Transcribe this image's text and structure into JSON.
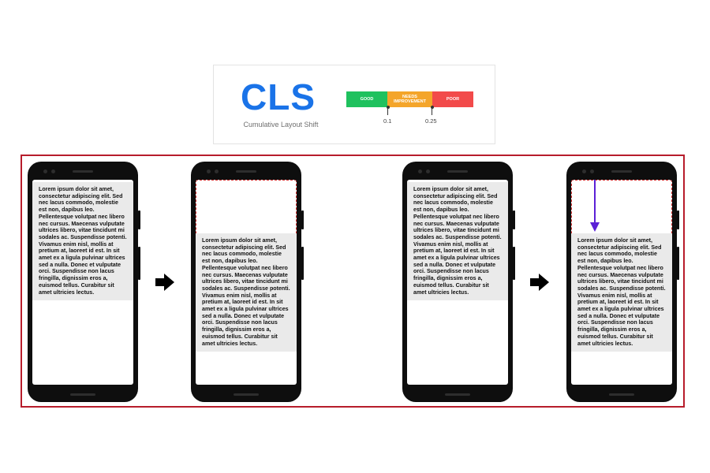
{
  "metric": {
    "acronym": "CLS",
    "full_name": "Cumulative Layout Shift",
    "color": "#1a73e8"
  },
  "scale": {
    "segments": [
      {
        "label": "GOOD",
        "color": "#1fc15e"
      },
      {
        "label": "NEEDS IMPROVEMENT",
        "color": "#f4a52a"
      },
      {
        "label": "POOR",
        "color": "#f24a4a"
      }
    ],
    "thresholds": [
      "0.1",
      "0.25"
    ]
  },
  "frame_color": "#b71c2b",
  "shift_outline_color": "#d32f2f",
  "shift_arrow_color": "#5b21d6",
  "paragraph": "Lorem ipsum dolor sit amet, consectetur adipiscing elit. Sed nec lacus commodo, molestie est non, dapibus leo. Pellentesque volutpat nec libero nec cursus. Maecenas vulputate ultrices libero, vitae tincidunt mi sodales ac. Suspendisse potenti. Vivamus enim nisl, mollis at pretium at, laoreet id est. In sit amet ex a ligula pulvinar ultrices sed a nulla. Donec et vulputate orci. Suspendisse non lacus fringilla, dignissim eros a, euismod tellus. Curabitur sit amet ultricies lectus.",
  "transition_icon": "right-arrow-icon",
  "move_icon": "down-arrow-icon"
}
